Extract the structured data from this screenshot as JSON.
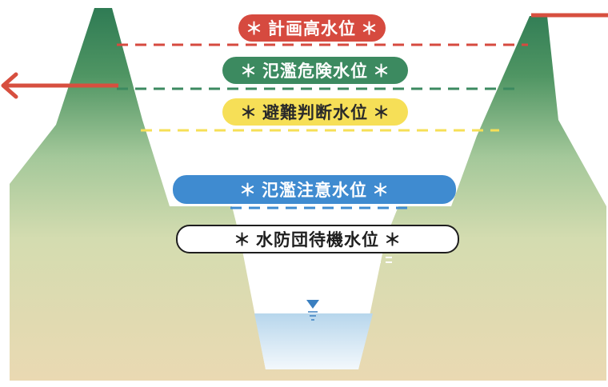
{
  "levels": {
    "keikaku": {
      "label": "計画高水位",
      "color": "#d64a3f",
      "text_color": "#ffffff"
    },
    "kiken": {
      "label": "氾濫危険水位",
      "color": "#3c8a60",
      "text_color": "#ffffff"
    },
    "hinan": {
      "label": "避難判断水位",
      "color": "#f6df57",
      "text_color": "#2a2a2a"
    },
    "chui": {
      "label": "氾濫注意水位",
      "color": "#3f8bd0",
      "text_color": "#ffffff"
    },
    "taiki": {
      "label": "水防団待機水位",
      "color": "#ffffff",
      "text_color": "#1e1e1e"
    }
  },
  "marker": "＊",
  "colors": {
    "levee_top": "#2e7a52",
    "ground_top": "#a9c99c",
    "ground_bottom": "#e9dcb6",
    "water": "#cfe4f2",
    "arrow": "#d74f3f",
    "water_mark": "#3a7fc0"
  }
}
